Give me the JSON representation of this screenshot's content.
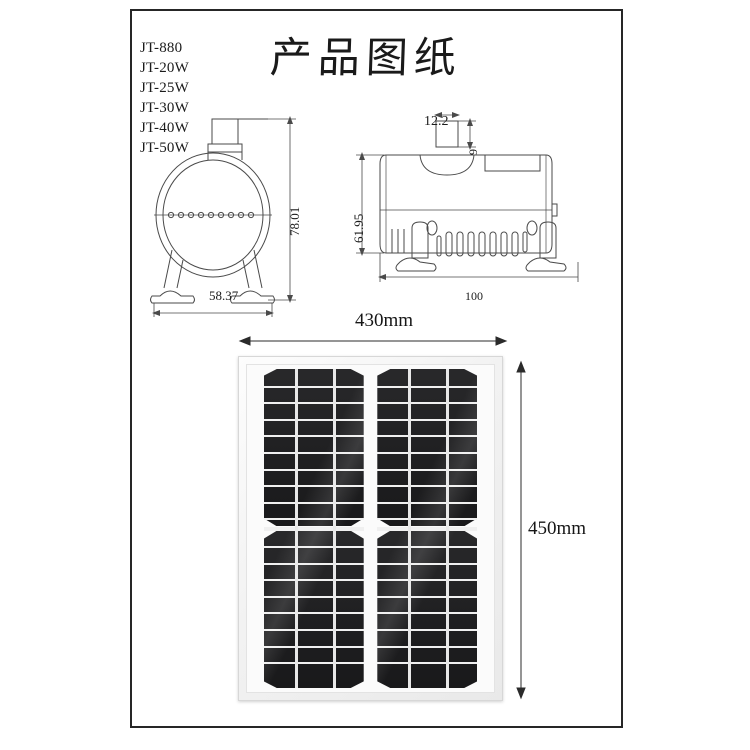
{
  "document": {
    "title": "产品图纸"
  },
  "models": {
    "label": "model-list",
    "items": [
      "JT-880",
      "JT-20W",
      "JT-25W",
      "JT-30W",
      "JT-40W",
      "JT-50W"
    ]
  },
  "pump_front_view": {
    "name": "pump-front-view",
    "dimensions": {
      "height": "78.01",
      "width": "58.37"
    }
  },
  "pump_side_view": {
    "name": "pump-side-view",
    "dimensions": {
      "outlet_width": "12.2",
      "outlet_height": "9",
      "height": "61.95",
      "width": "100"
    }
  },
  "solar_panel": {
    "name": "solar-panel",
    "dimensions": {
      "width": "430mm",
      "height": "450mm"
    },
    "cells": {
      "columns": 2,
      "rows_per_half": 9,
      "busbars_per_column": 2
    }
  },
  "colors": {
    "frame_border": "#262626",
    "cell_dark": "#1d1d1f",
    "panel_frame": "#f2f2f2",
    "line": "#4a4a4a",
    "text": "#1b1b1b"
  }
}
